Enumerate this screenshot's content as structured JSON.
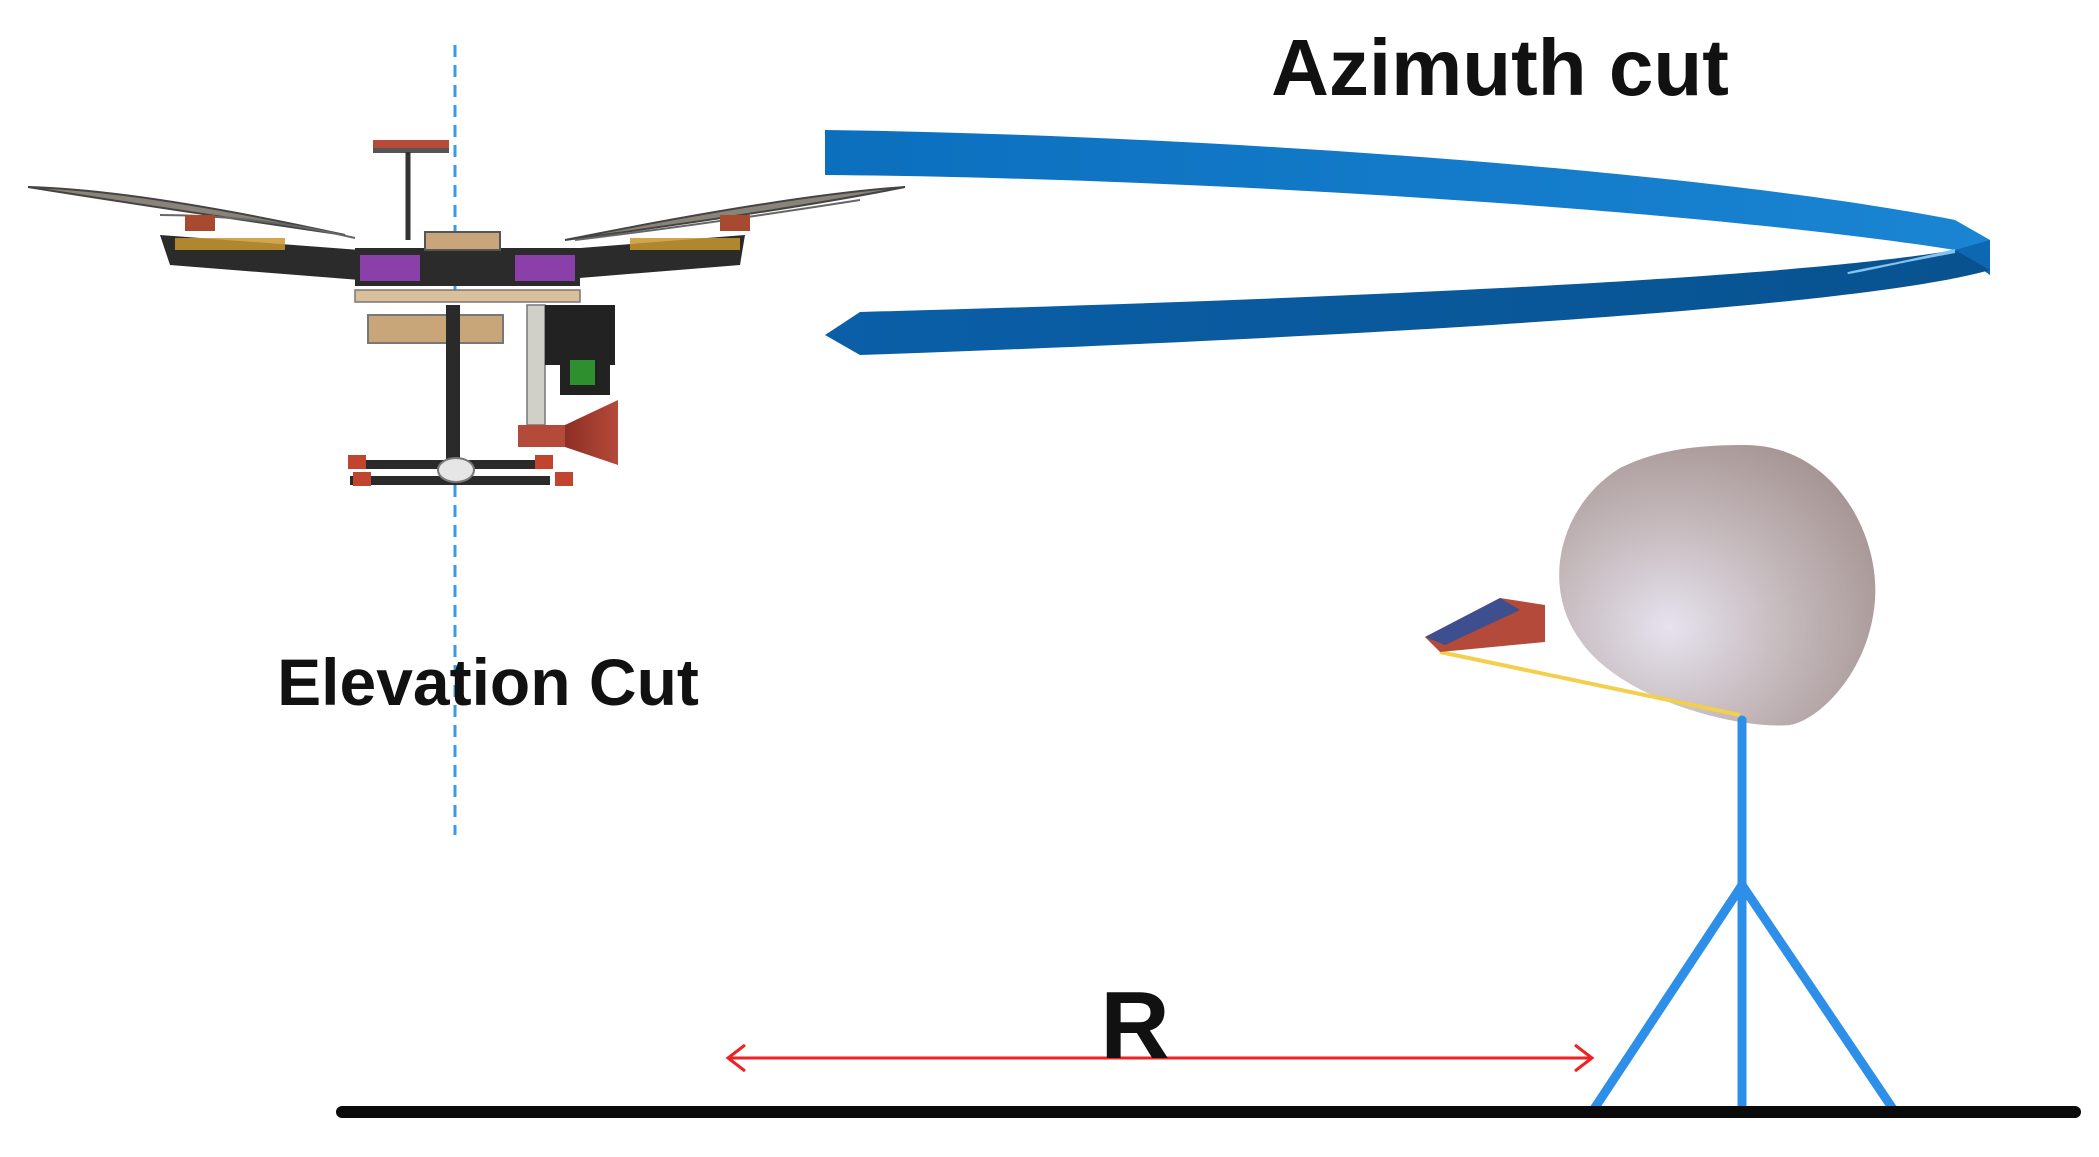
{
  "labels": {
    "azimuth": "Azimuth cut",
    "elevation": "Elevation Cut",
    "range": "R"
  },
  "colors": {
    "ribbon_light": "#0c73c2",
    "ribbon_dark": "#0a5a9b",
    "dashed_axis": "#3a9ae8",
    "range_arrow": "#ee2222",
    "stand": "#2e8fe8",
    "ground": "#0a0a0a",
    "horn": "#a23b2e",
    "dish": "#b9a8a6",
    "feed_strut": "#f2cf4d",
    "drone_frame": "#2b2b2b",
    "drone_arm_accent": "#c8962f",
    "drone_board": "#8b3fa8"
  },
  "icons": {
    "drone": "quadcopter-drone-icon",
    "drone_horn": "horn-antenna-icon",
    "dish": "parabolic-dish-antenna-icon",
    "feed_horn": "feed-horn-icon",
    "stand": "tripod-stand-icon"
  }
}
